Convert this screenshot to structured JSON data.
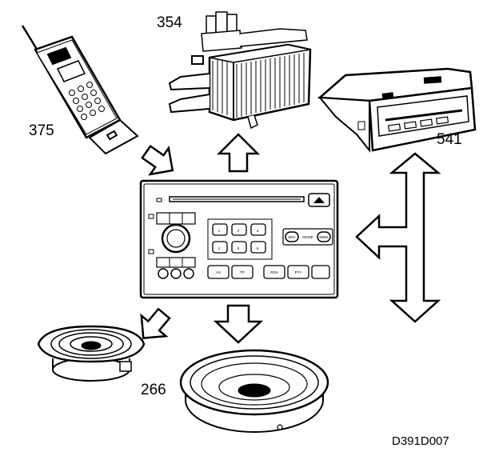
{
  "diagram": {
    "labels": {
      "phone": "375",
      "amplifier": "354",
      "cd_changer": "541",
      "speaker": "266"
    },
    "figure_code": "D391D007",
    "radio_buttons": [
      "SRC",
      "MODE",
      "SEEK",
      "AS",
      "TP",
      "RDS",
      "PTY"
    ]
  }
}
